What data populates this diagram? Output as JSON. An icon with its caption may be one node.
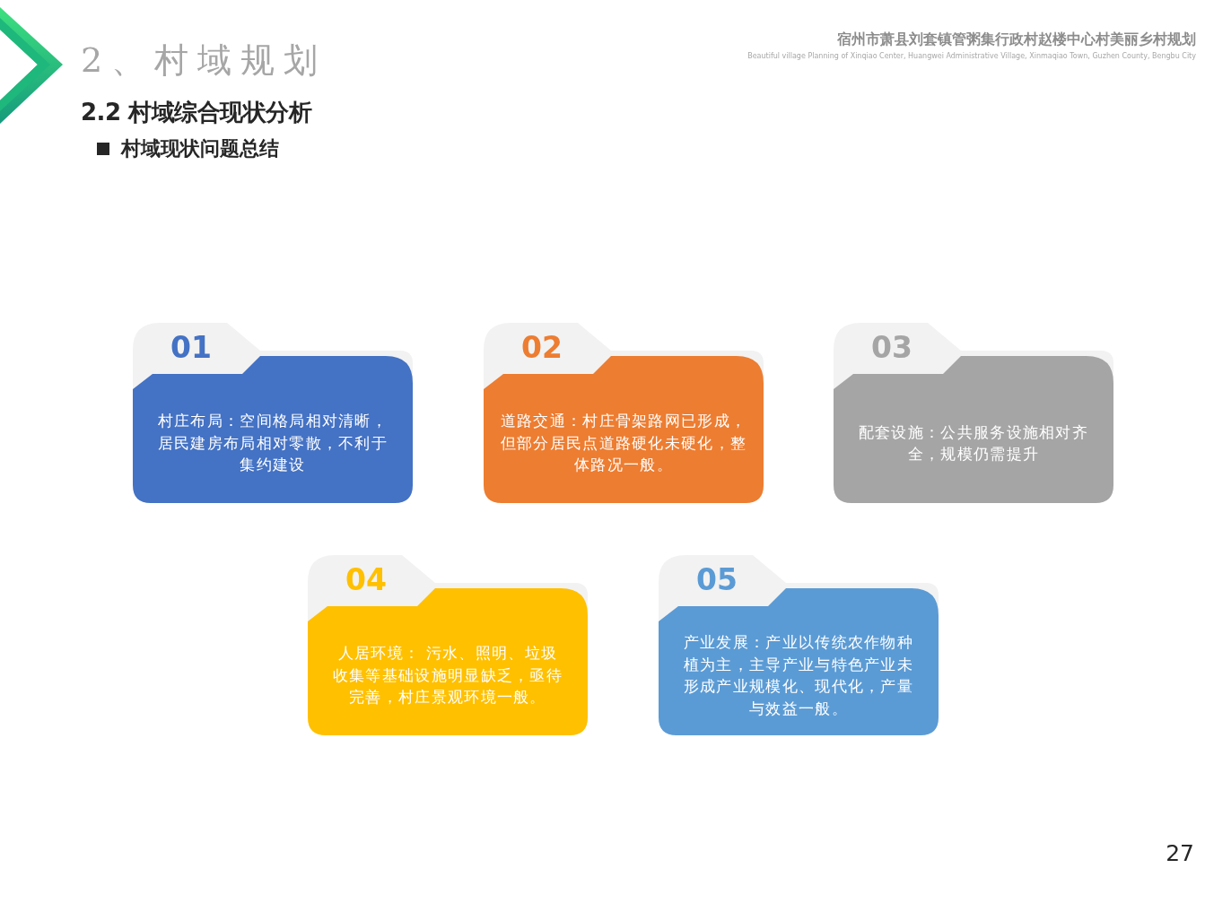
{
  "diagram": {
    "title": "2、村域规划",
    "nodes": [
      {
        "text": [
          "01",
          "村庄布局：空间格局相对清晰，居民建房布局相对零散，不利于集约建设"
        ]
      },
      {
        "text": [
          "02",
          "道路交通：村庄骨架路网已形成，但部分居民点道路硬化未硬化，整体路况一般。"
        ]
      },
      {
        "text": [
          "03",
          "配套设施：公共服务设施相对齐全，规模仍需提升"
        ]
      },
      {
        "text": [
          "04",
          "人居环境： 污水、照明、垃圾收集等基础设施明显缺乏，亟待完善，村庄景观环境一般。"
        ]
      },
      {
        "text": [
          "05",
          "产业发展：产业以传统农作物种植为主，主导产业与特色产业未形成产业规模化、现代化，产量与效益一般。"
        ]
      }
    ],
    "labels": [
      "宿州市萧县刘套镇管粥集行政村赵楼中心村美丽乡村规划",
      "Beautiful village Planning of Xinqiao Center, Huangwei Administrative Village, Xinmaqiao Town, Guzhen County, Bengbu City",
      "2.2 村域综合现状分析",
      "村域现状问题总结",
      "27"
    ]
  }
}
